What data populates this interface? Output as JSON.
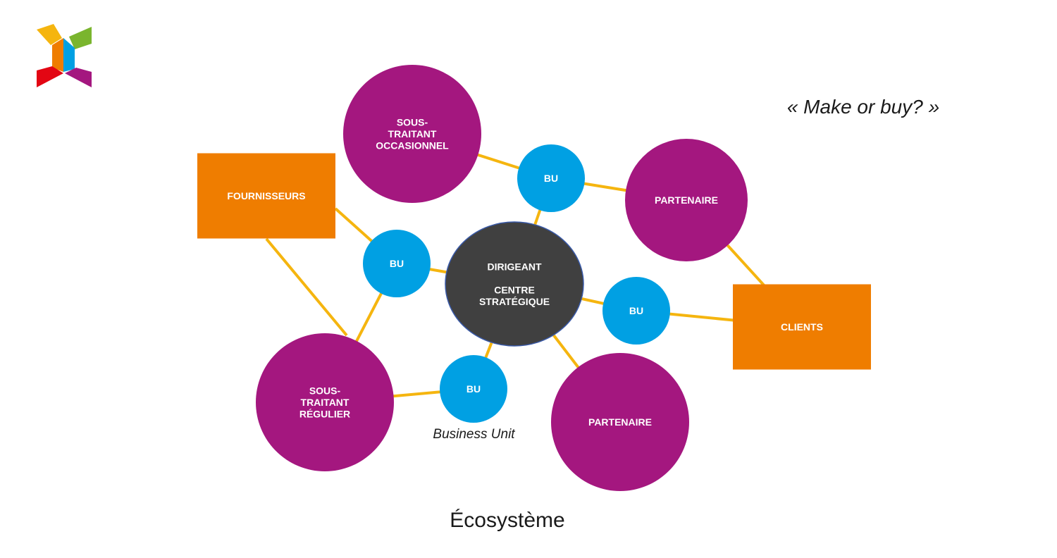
{
  "title": "Écosystème",
  "quote": "« Make or buy? »",
  "bu_caption": "Business Unit",
  "colors": {
    "magenta": "#A4177F",
    "orange": "#EF7D00",
    "blue": "#00A0E3",
    "dark": "#404040",
    "link": "#F5B50F"
  },
  "logo": {
    "icon": "colored-x-logo",
    "colors": [
      "#F5B50F",
      "#7AB52E",
      "#EF7D00",
      "#00A0E3",
      "#E30613",
      "#A4177F"
    ]
  },
  "nodes": {
    "center": {
      "lines": [
        "DIRIGEANT",
        "",
        "CENTRE",
        "STRATÉGIQUE"
      ],
      "shape": "ellipse",
      "color": "dark"
    },
    "st_occasionnel": {
      "lines": [
        "SOUS-",
        "TRAITANT",
        "OCCASIONNEL"
      ],
      "shape": "circle",
      "color": "magenta"
    },
    "st_regulier": {
      "lines": [
        "SOUS-",
        "TRAITANT",
        "RÉGULIER"
      ],
      "shape": "circle",
      "color": "magenta"
    },
    "partenaire_top": {
      "lines": [
        "PARTENAIRE"
      ],
      "shape": "circle",
      "color": "magenta"
    },
    "partenaire_bottom": {
      "lines": [
        "PARTENAIRE"
      ],
      "shape": "circle",
      "color": "magenta"
    },
    "fournisseurs": {
      "lines": [
        "FOURNISSEURS"
      ],
      "shape": "rect",
      "color": "orange"
    },
    "clients": {
      "lines": [
        "CLIENTS"
      ],
      "shape": "rect",
      "color": "orange"
    },
    "bu_left": {
      "lines": [
        "BU"
      ],
      "shape": "circle",
      "color": "blue"
    },
    "bu_top": {
      "lines": [
        "BU"
      ],
      "shape": "circle",
      "color": "blue"
    },
    "bu_right": {
      "lines": [
        "BU"
      ],
      "shape": "circle",
      "color": "blue"
    },
    "bu_bottom": {
      "lines": [
        "BU"
      ],
      "shape": "circle",
      "color": "blue"
    }
  },
  "links": [
    [
      "fournisseurs",
      "bu_left"
    ],
    [
      "fournisseurs",
      "st_regulier"
    ],
    [
      "bu_left",
      "center"
    ],
    [
      "bu_left",
      "st_regulier"
    ],
    [
      "st_occasionnel",
      "bu_top"
    ],
    [
      "bu_top",
      "center"
    ],
    [
      "bu_top",
      "partenaire_top"
    ],
    [
      "partenaire_top",
      "clients"
    ],
    [
      "center",
      "bu_right"
    ],
    [
      "bu_right",
      "clients"
    ],
    [
      "center",
      "bu_bottom"
    ],
    [
      "bu_bottom",
      "st_regulier"
    ],
    [
      "center",
      "partenaire_bottom"
    ]
  ]
}
